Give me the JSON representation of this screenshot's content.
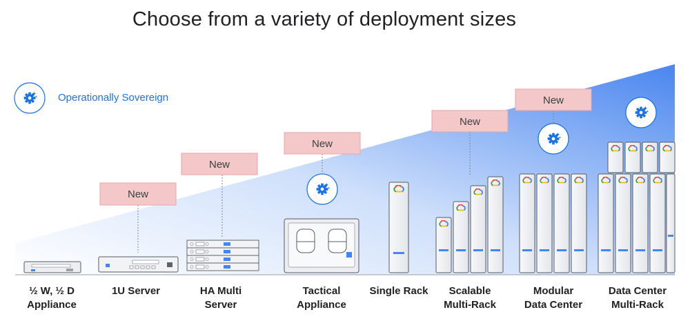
{
  "title": "Choose from a variety of deployment sizes",
  "legend": {
    "label": "Operationally Sovereign",
    "icon": "sovereign-gear-icon"
  },
  "badge_text": "New",
  "colors": {
    "accent": "#4285f4",
    "badge_bg": "#f4c7c9",
    "badge_border": "#e9a5a8",
    "text": "#202124"
  },
  "deployments": [
    {
      "id": "half-appliance",
      "label_lines": [
        "½ W, ½ D",
        "Appliance"
      ],
      "is_new": false,
      "sovereign": false
    },
    {
      "id": "1u-server",
      "label_lines": [
        "1U Server"
      ],
      "is_new": true,
      "sovereign": false
    },
    {
      "id": "ha-multi-server",
      "label_lines": [
        "HA Multi",
        "Server"
      ],
      "is_new": true,
      "sovereign": false
    },
    {
      "id": "tactical-appliance",
      "label_lines": [
        "Tactical",
        "Appliance"
      ],
      "is_new": true,
      "sovereign": true
    },
    {
      "id": "single-rack",
      "label_lines": [
        "Single Rack"
      ],
      "is_new": false,
      "sovereign": false
    },
    {
      "id": "scalable-multi-rack",
      "label_lines": [
        "Scalable",
        "Multi-Rack"
      ],
      "is_new": true,
      "sovereign": false
    },
    {
      "id": "modular-data-center",
      "label_lines": [
        "Modular",
        "Data Center"
      ],
      "is_new": true,
      "sovereign": true
    },
    {
      "id": "data-center-multi-rack",
      "label_lines": [
        "Data Center",
        "Multi-Rack"
      ],
      "is_new": false,
      "sovereign": true
    }
  ]
}
